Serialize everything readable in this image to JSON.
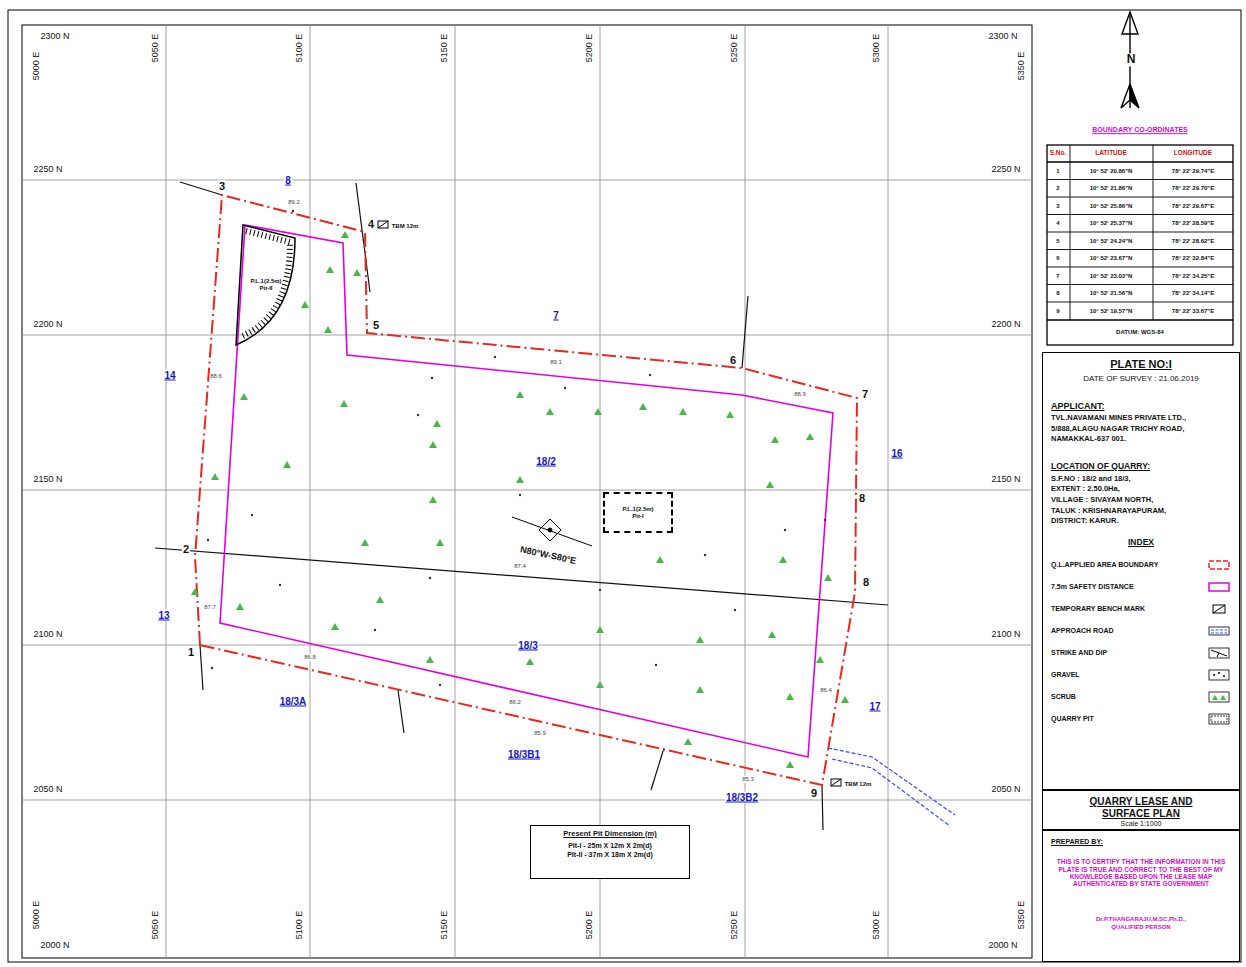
{
  "diagram": {
    "nodes": [
      {
        "text": [
          "P.L.1(2.5m)",
          "Pit-II"
        ]
      },
      {
        "text": [
          "P.L.1(2.5m)",
          "Pit-I"
        ]
      },
      {
        "text": [
          "Present Pit Dimension (m)",
          "Pit-I - 25m X 12m X 2m(d)",
          "Pit-II - 37m X 18m X 2m(d)"
        ]
      },
      {
        "text": [
          "PLATE NO:I",
          "DATE OF SURVEY : 21.06.2019",
          "APPLICANT:",
          "TVL.NAVAMANI MINES PRIVATE LTD.,",
          "5/888,ALAGU NAGAR TRICHY ROAD,",
          "NAMAKKAL-637 001.",
          "LOCATION OF QUARRY:",
          "S.F.NO : 18/2 and 18/3,",
          "EXTENT : 2.50.0Ha,",
          "VILLAGE : SIVAYAM NORTH,",
          "TALUK : KRISHNARAYAPURAM,",
          "DISTRICT: KARUR.",
          "INDEX"
        ]
      },
      {
        "text": [
          "QUARRY LEASE AND SURFACE PLAN",
          "Scale 1:1000"
        ]
      },
      {
        "text": [
          "PREPARED BY:",
          "THIS IS TO CERTIFY THAT THE INFORMATION IN THIS PLATE IS TRUE AND CORRECT TO THE BEST OF MY KNOWLEDGE BASED UPON THE LEASE MAP AUTHENTICATED BY STATE GOVERNMENT",
          "Dr.P.THANGARAJU,M.SC,Ph.D.,",
          "QUALIFIED PERSON"
        ]
      }
    ],
    "labels": [
      "2300 N",
      "5000 E",
      "5050 E",
      "5100 E",
      "5150 E",
      "5200 E",
      "5250 E",
      "5300 E",
      "2300 N",
      "5350 E",
      "2250 N",
      "2200 N",
      "2150 N",
      "2100 N",
      "2050 N",
      "2250 N",
      "2200 N",
      "2150 N",
      "2100 N",
      "2050 N",
      "5000 E",
      "2000 N",
      "5050 E",
      "5100 E",
      "5150 E",
      "5200 E",
      "5250 E",
      "5300 E",
      "2000 N",
      "5350 E",
      "1",
      "2",
      "3",
      "4",
      "5",
      "6",
      "7",
      "8",
      "8",
      "9",
      "8",
      "7",
      "18/2",
      "16",
      "14",
      "13",
      "18/3",
      "18/3A",
      "17",
      "18/3B1",
      "18/3B2",
      "89.2",
      "88.6",
      "89.1",
      "88.9",
      "87.4",
      "86.8",
      "86.2",
      "85.9",
      "85.3",
      "87.7",
      "86.4",
      "TBM 12m",
      "TBM 12m",
      "N80°W-S80°E",
      "N",
      "BOUNDARY CO-ORDINATES",
      "S.No.",
      "LATITUDE",
      "LONGITUDE",
      "1",
      "10° 52' 20.86\"N",
      "78° 22' 29.74\"E",
      "2",
      "10° 52' 21.86\"N",
      "78° 22' 29.70\"E",
      "3",
      "10° 52' 25.86\"N",
      "78° 22' 29.67\"E",
      "4",
      "10° 52' 25.37\"N",
      "78° 22' 28.59\"E",
      "5",
      "10° 52' 24.24\"N",
      "78° 22' 28.62\"E",
      "6",
      "10° 52' 23.67\"N",
      "78° 22' 32.84\"E",
      "7",
      "10° 52' 23.03\"N",
      "78° 22' 34.25\"E",
      "8",
      "10° 52' 21.56\"N",
      "78° 22' 34.14\"E",
      "9",
      "10° 52' 19.57\"N",
      "78° 22' 33.67\"E",
      "DATUM: WGS-84"
    ],
    "legend": [
      {
        "text": "Q.L.APPLIED AREA BOUNDARY"
      },
      {
        "text": "7.5m SAFETY DISTANCE"
      },
      {
        "text": "TEMPORARY BENCH MARK"
      },
      {
        "text": "APPROACH ROAD"
      },
      {
        "text": "STRIKE AND DIP"
      },
      {
        "text": "GRAVEL"
      },
      {
        "text": "SCRUB"
      },
      {
        "text": "QUARRY PIT"
      }
    ]
  }
}
